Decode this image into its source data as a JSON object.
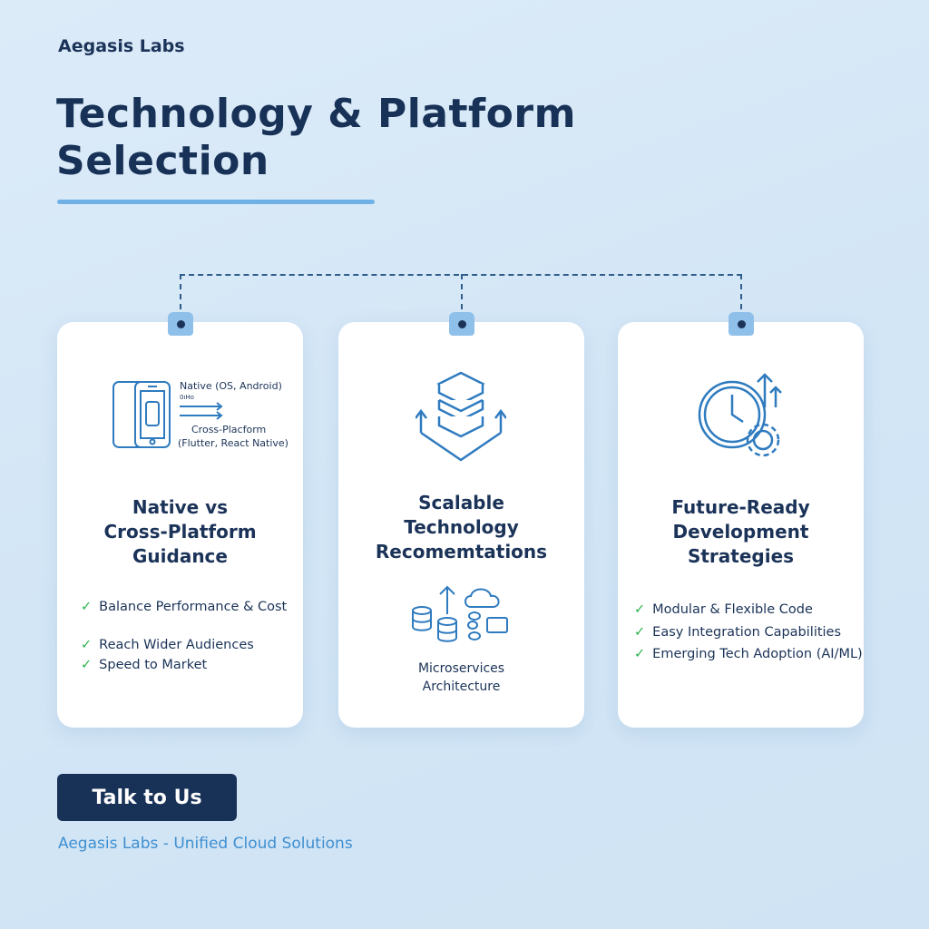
{
  "brand": "Aegasis Labs",
  "title_line1": "Technology & Platform",
  "title_line2": "Selection",
  "cards": [
    {
      "title_lines": [
        "Native vs",
        "Cross-Platform",
        "Guidance"
      ],
      "diagram": {
        "native": "Native (OS, Android)",
        "small": "0ıHo",
        "cross1": "Cross-Placform",
        "cross2": "(Flutter, React Native)"
      },
      "items": [
        "Balance Performance & Cost",
        "Reach Wider Audiences",
        "Speed to Market"
      ]
    },
    {
      "title_lines": [
        "Scalable",
        "Technology",
        "Recomemtations"
      ],
      "caption_lines": [
        "Microservices",
        "Architecture"
      ]
    },
    {
      "title_lines": [
        "Future-Ready",
        "Development",
        "Strategies"
      ],
      "items": [
        "Modular & Flexible Code",
        "Easy Integration Capabilities",
        "Emerging Tech Adoption (AI/ML)"
      ]
    }
  ],
  "cta": "Talk to Us",
  "footer": "Aegasis Labs - Unified Cloud Solutions",
  "colors": {
    "navy": "#183257",
    "accent": "#6fb1e6",
    "check": "#2bb24c",
    "icon": "#2f7bbf"
  }
}
